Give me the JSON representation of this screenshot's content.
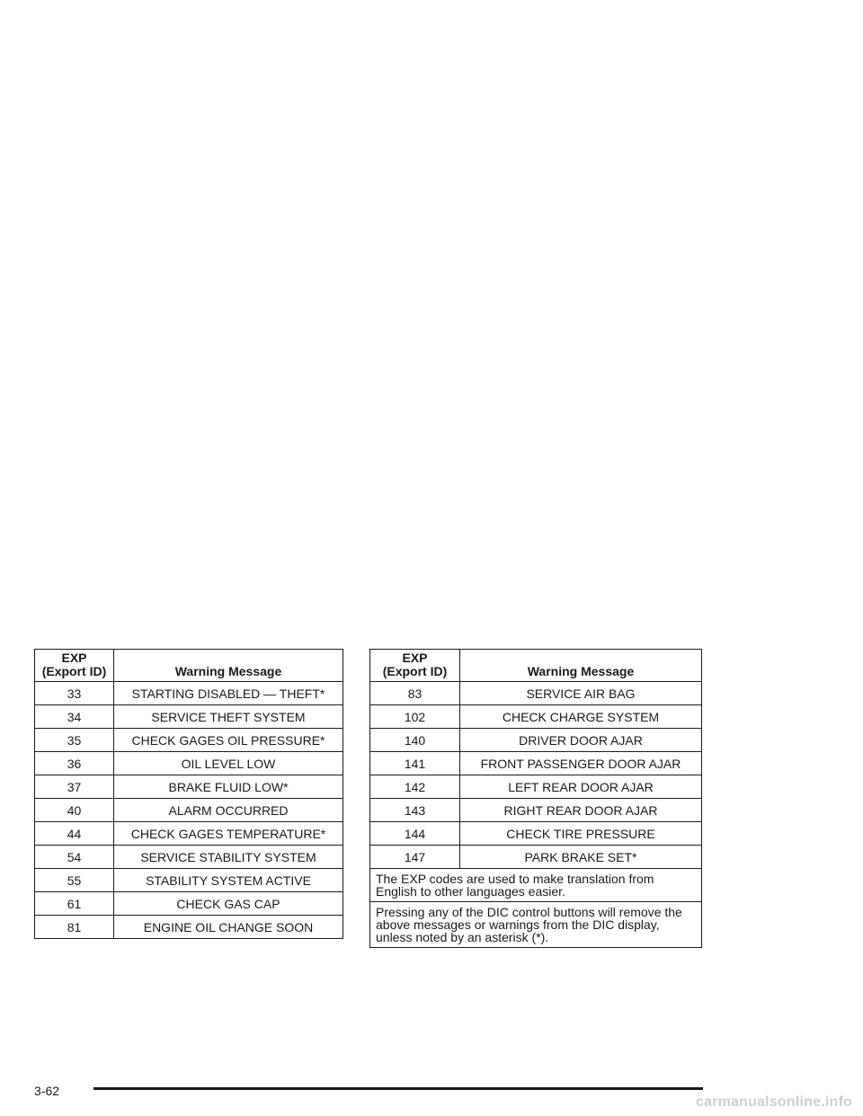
{
  "header": {
    "exp_line1": "EXP",
    "exp_line2": "(Export ID)",
    "message": "Warning Message"
  },
  "left_table": {
    "rows": [
      {
        "exp": "33",
        "message": "STARTING DISABLED — THEFT*"
      },
      {
        "exp": "34",
        "message": "SERVICE THEFT SYSTEM"
      },
      {
        "exp": "35",
        "message": "CHECK GAGES OIL PRESSURE*"
      },
      {
        "exp": "36",
        "message": "OIL LEVEL LOW"
      },
      {
        "exp": "37",
        "message": "BRAKE FLUID LOW*"
      },
      {
        "exp": "40",
        "message": "ALARM OCCURRED"
      },
      {
        "exp": "44",
        "message": "CHECK GAGES TEMPERATURE*"
      },
      {
        "exp": "54",
        "message": "SERVICE STABILITY SYSTEM"
      },
      {
        "exp": "55",
        "message": "STABILITY SYSTEM ACTIVE"
      },
      {
        "exp": "61",
        "message": "CHECK GAS CAP"
      },
      {
        "exp": "81",
        "message": "ENGINE OIL CHANGE SOON"
      }
    ]
  },
  "right_table": {
    "rows": [
      {
        "exp": "83",
        "message": "SERVICE AIR BAG"
      },
      {
        "exp": "102",
        "message": "CHECK CHARGE SYSTEM"
      },
      {
        "exp": "140",
        "message": "DRIVER DOOR AJAR"
      },
      {
        "exp": "141",
        "message": "FRONT PASSENGER DOOR AJAR"
      },
      {
        "exp": "142",
        "message": "LEFT REAR DOOR AJAR"
      },
      {
        "exp": "143",
        "message": "RIGHT REAR DOOR AJAR"
      },
      {
        "exp": "144",
        "message": "CHECK TIRE PRESSURE"
      },
      {
        "exp": "147",
        "message": "PARK BRAKE SET*"
      }
    ],
    "notes": [
      "The EXP codes are used to make translation from English to other languages easier.",
      "Pressing any of the DIC control buttons will remove the above messages or warnings from the DIC display, unless noted by an asterisk (*)."
    ]
  },
  "footer": {
    "page_number": "3-62",
    "watermark": "carmanualsonline.info"
  }
}
